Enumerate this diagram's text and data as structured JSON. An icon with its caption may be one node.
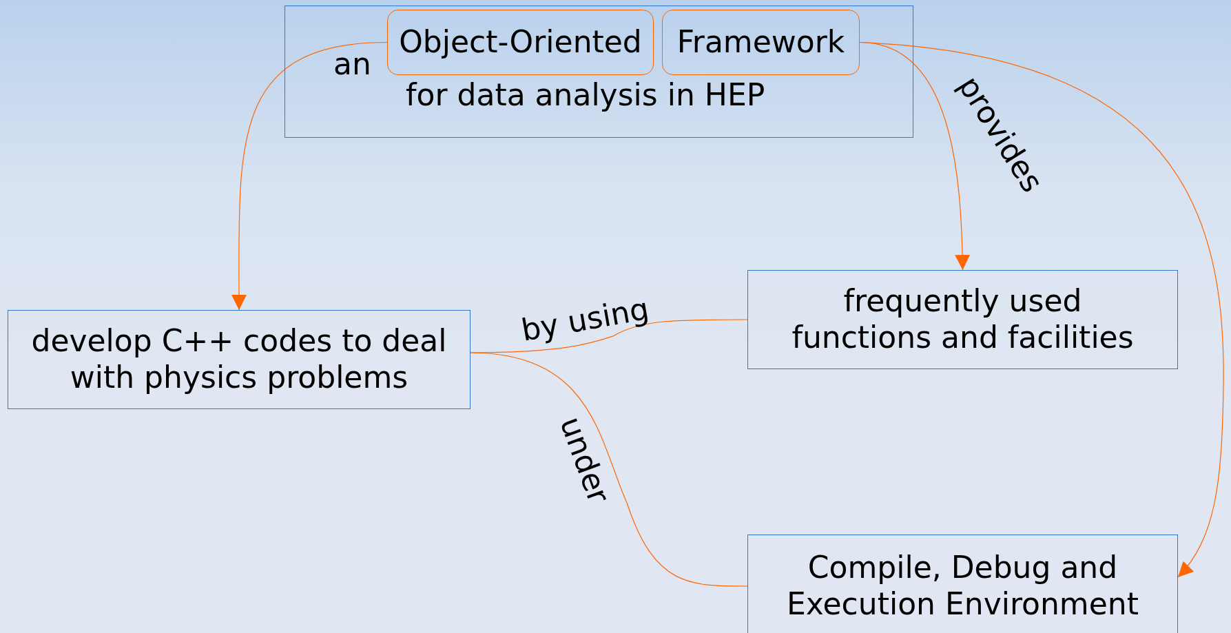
{
  "diagram": {
    "nodes": [
      {
        "text": [
          "an",
          "for data analysis in HEP"
        ]
      },
      {
        "text": [
          "Object-Oriented"
        ],
        "in": 0
      },
      {
        "text": [
          "Framework"
        ],
        "in": 0
      },
      {
        "text": [
          "develop C++ codes to deal with physics problems"
        ]
      },
      {
        "text": [
          "frequently used functions and facilities"
        ]
      },
      {
        "text": [
          "Compile, Debug and Execution Environment"
        ]
      }
    ],
    "edges": [
      {
        "from": 1,
        "to": 3,
        "arrow": "to"
      },
      {
        "from": 2,
        "to": 4,
        "arrow": "to",
        "label": "provides"
      },
      {
        "from": 2,
        "to": 5,
        "arrow": "to"
      },
      {
        "from": 3,
        "to": 4,
        "arrow": "none",
        "label": "by using"
      },
      {
        "from": 3,
        "to": 5,
        "arrow": "none",
        "label": "under"
      }
    ]
  }
}
